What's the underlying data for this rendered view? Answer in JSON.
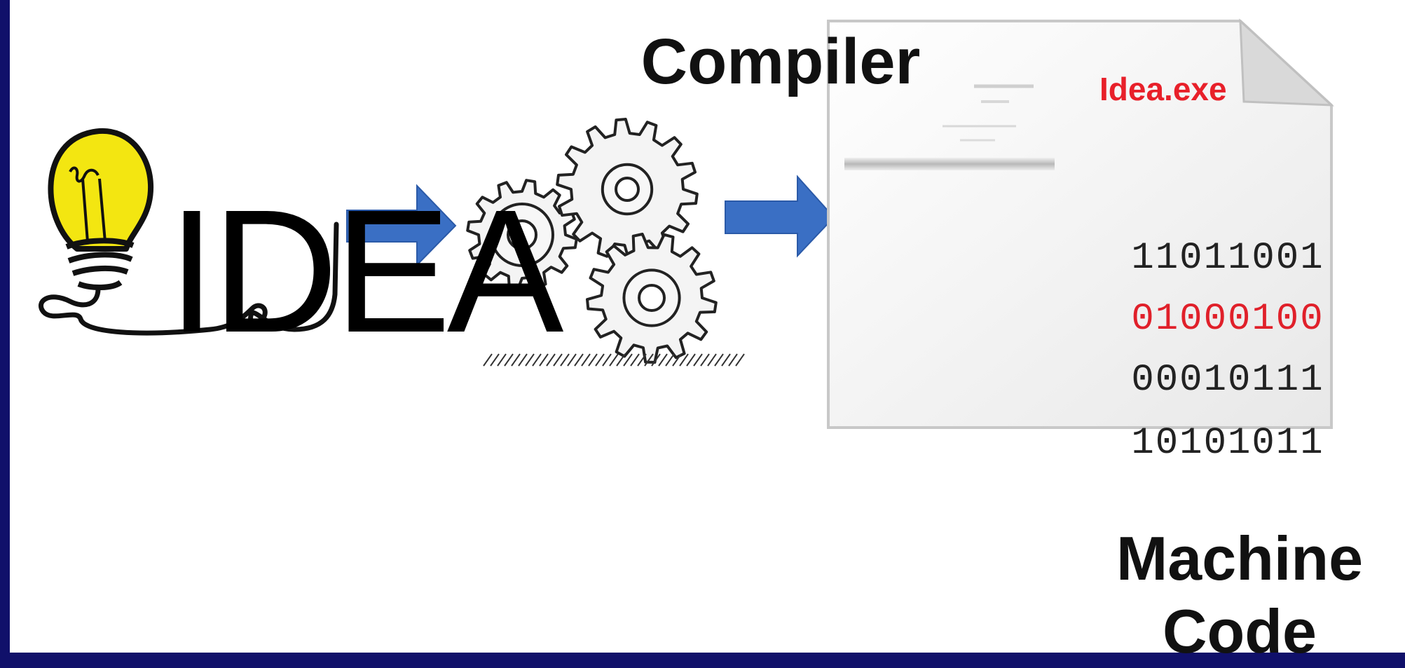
{
  "idea": {
    "word": "IDEA",
    "bulb_color": "#f3e611",
    "icon": "lightbulb-icon"
  },
  "compiler": {
    "label": "Compiler",
    "icon": "gears-icon"
  },
  "output": {
    "filename": "Idea.exe",
    "filename_color": "#e8202a",
    "binary_lines": [
      "11011001",
      "01000100",
      "00010111",
      "10101011"
    ],
    "highlight_color": "#e0202a",
    "label": "Machine Code",
    "icon": "document-icon"
  },
  "arrows": {
    "color": "#3a6fc4"
  },
  "frame": {
    "border_color": "#10106a"
  }
}
